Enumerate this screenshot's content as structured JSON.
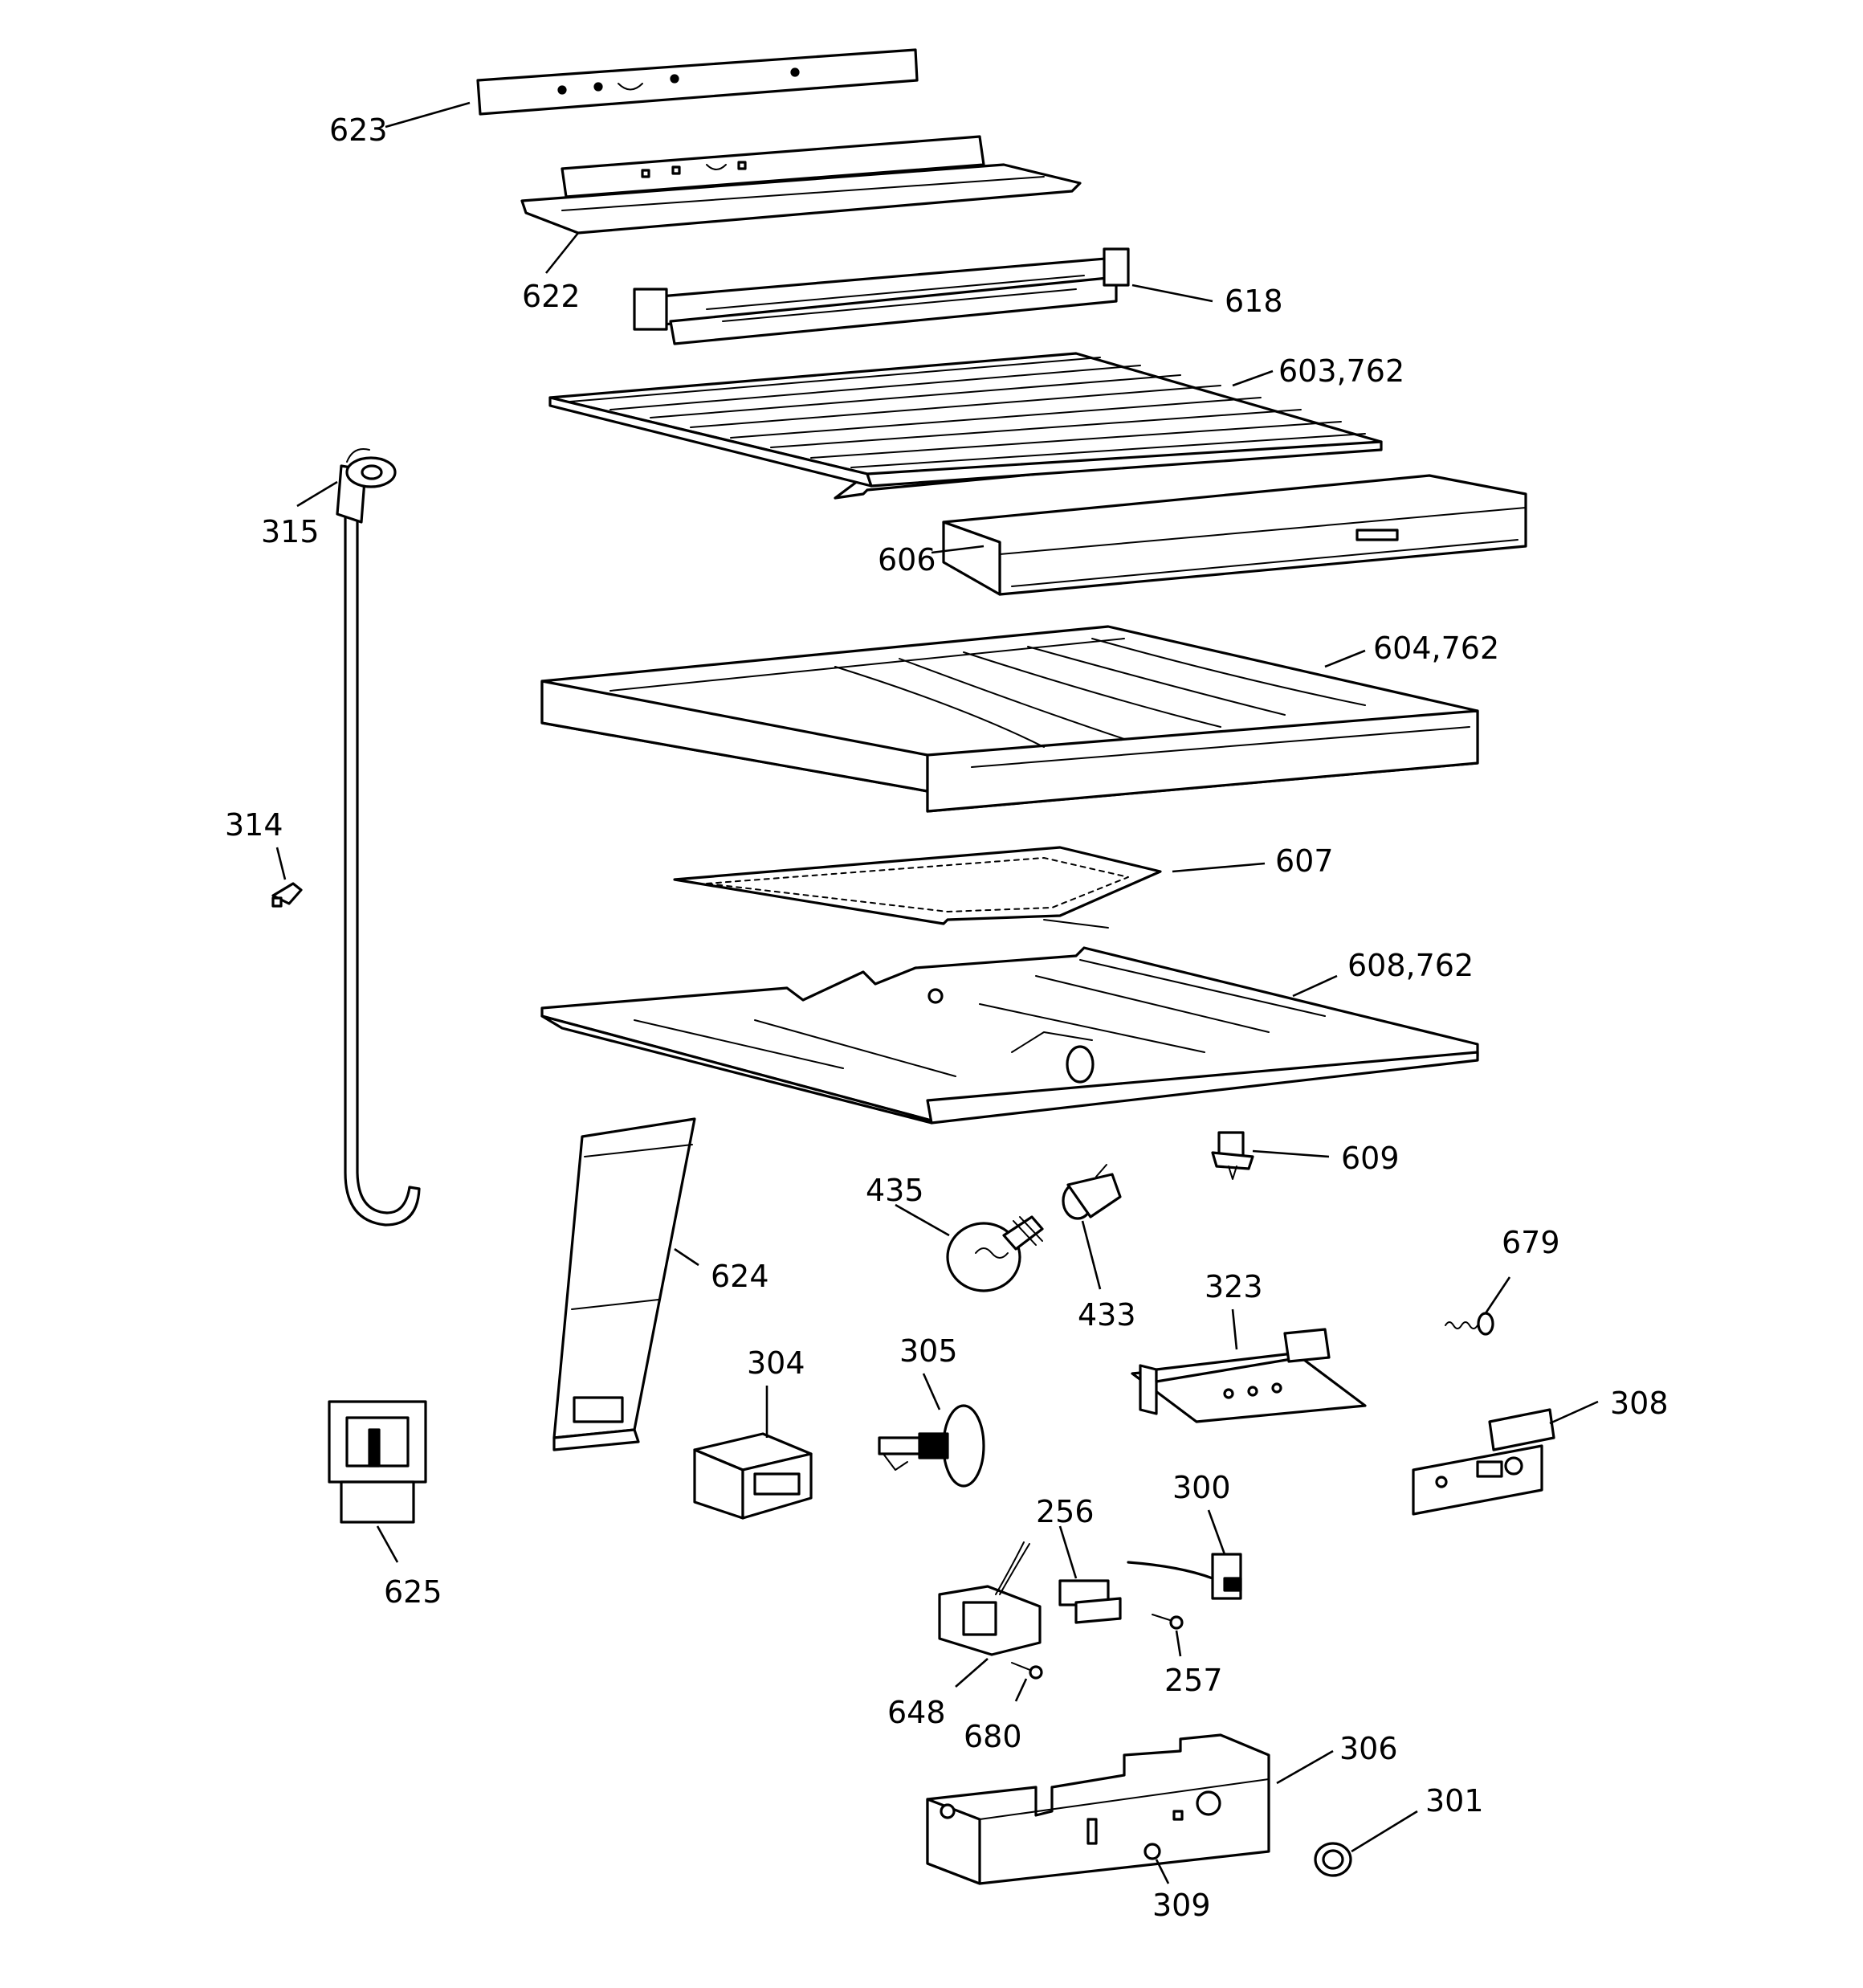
{
  "callouts": {
    "p623": "623",
    "p622": "622",
    "p618": "618",
    "p603": "603,762",
    "p315": "315",
    "p606": "606",
    "p604": "604,762",
    "p314": "314",
    "p607": "607",
    "p608": "608,762",
    "p609": "609",
    "p435": "435",
    "p624": "624",
    "p433": "433",
    "p679": "679",
    "p323": "323",
    "p305": "305",
    "p304": "304",
    "p308": "308",
    "p300": "300",
    "p256": "256",
    "p625": "625",
    "p257": "257",
    "p648": "648",
    "p680": "680",
    "p306": "306",
    "p301": "301",
    "p309": "309"
  }
}
